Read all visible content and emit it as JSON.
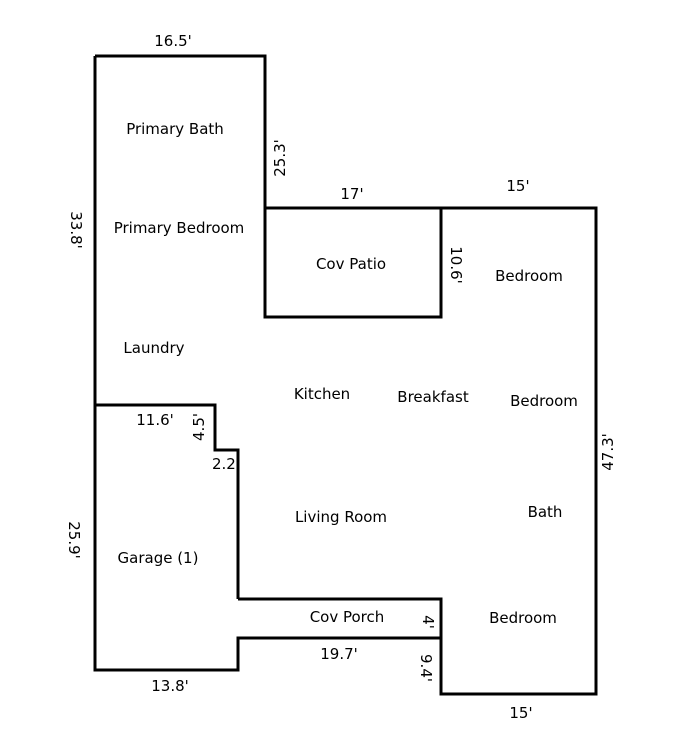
{
  "rooms": {
    "primary_bath": "Primary Bath",
    "primary_bedroom": "Primary Bedroom",
    "laundry": "Laundry",
    "cov_patio": "Cov Patio",
    "bedroom_top": "Bedroom",
    "kitchen": "Kitchen",
    "breakfast": "Breakfast",
    "bedroom_mid": "Bedroom",
    "living_room": "Living Room",
    "bath": "Bath",
    "garage": "Garage (1)",
    "cov_porch": "Cov Porch",
    "bedroom_bottom": "Bedroom"
  },
  "dimensions": {
    "top_primary": "16.5'",
    "primary_right_side": "25.3'",
    "patio_top": "17'",
    "right_wing_top": "15'",
    "left_upper_side": "33.8'",
    "patio_right_side": "10.6'",
    "right_side": "47.3'",
    "garage_top": "11.6'",
    "garage_notch_vertical": "4.5'",
    "garage_notch_horizontal": "2.2'",
    "left_lower_side": "25.9'",
    "porch_depth": "4'",
    "porch_bottom": "19.7'",
    "lower_right_side": "9.4'",
    "garage_bottom": "13.8'",
    "bottom_right": "15'"
  }
}
